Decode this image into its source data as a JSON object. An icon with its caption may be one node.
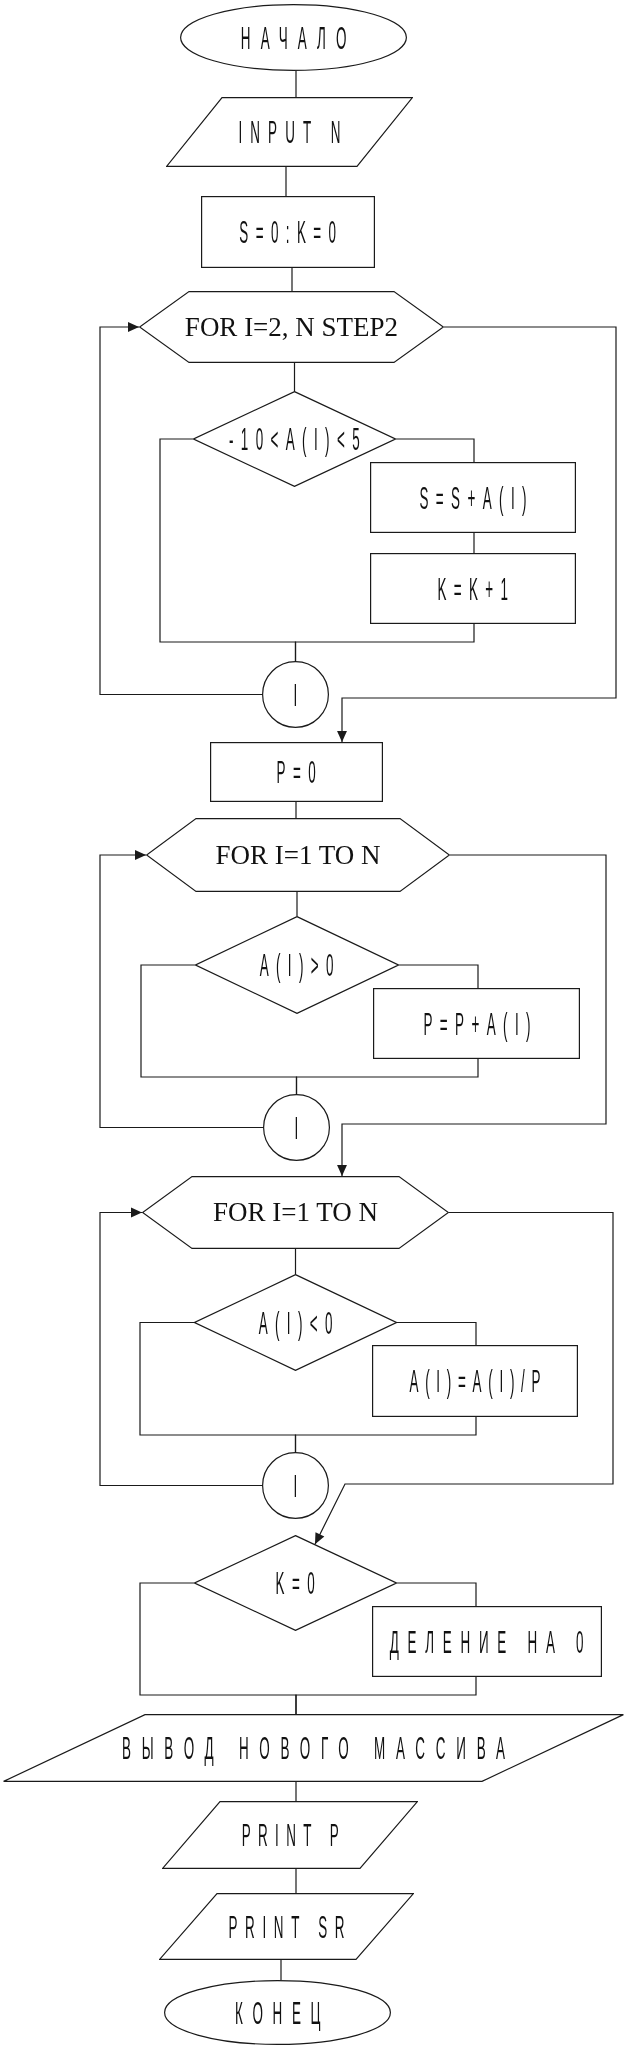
{
  "diagram": {
    "nodes": [
      {
        "text": [
          "НАЧАЛО"
        ]
      },
      {
        "text": [
          "INPUT N"
        ]
      },
      {
        "text": [
          "S=0:K=0"
        ]
      },
      {
        "text": [
          "FOR I=2, N STEP2"
        ]
      },
      {
        "text": [
          "-10<A(I)<5"
        ]
      },
      {
        "text": [
          "S=S+A(I)"
        ]
      },
      {
        "text": [
          "K=K+1"
        ]
      },
      {
        "text": [
          "I"
        ]
      },
      {
        "text": [
          "P=0"
        ]
      },
      {
        "text": [
          "FOR I=1 TO N"
        ]
      },
      {
        "text": [
          "A(I)>0"
        ]
      },
      {
        "text": [
          "P=P+A(I)"
        ]
      },
      {
        "text": [
          "I"
        ]
      },
      {
        "text": [
          "FOR I=1 TO N"
        ]
      },
      {
        "text": [
          "A(I)<0"
        ]
      },
      {
        "text": [
          "A(I)=A(I)/P"
        ]
      },
      {
        "text": [
          "I"
        ]
      },
      {
        "text": [
          "K=0"
        ]
      },
      {
        "text": [
          "ДЕЛЕНИЕ НА 0"
        ]
      },
      {
        "text": [
          "ВЫВОД НОВОГО МАССИВА"
        ]
      },
      {
        "text": [
          "PRINT P"
        ]
      },
      {
        "text": [
          "PRINT SR"
        ]
      },
      {
        "text": [
          "КОНЕЦ"
        ]
      }
    ],
    "edges": [
      {
        "from": 0,
        "to": 1,
        "arrow": "none"
      },
      {
        "from": 1,
        "to": 2,
        "arrow": "none"
      },
      {
        "from": 2,
        "to": 3,
        "arrow": "none"
      },
      {
        "from": 3,
        "to": 4,
        "arrow": "none"
      },
      {
        "from": 4,
        "to": 5,
        "arrow": "none"
      },
      {
        "from": 4,
        "to": 7,
        "arrow": "none"
      },
      {
        "from": 5,
        "to": 6,
        "arrow": "none"
      },
      {
        "from": 6,
        "to": 7,
        "arrow": "none"
      },
      {
        "from": 7,
        "to": 3,
        "arrow": "to"
      },
      {
        "from": 3,
        "to": 8,
        "arrow": "to"
      },
      {
        "from": 8,
        "to": 9,
        "arrow": "none"
      },
      {
        "from": 9,
        "to": 10,
        "arrow": "none"
      },
      {
        "from": 10,
        "to": 11,
        "arrow": "none"
      },
      {
        "from": 10,
        "to": 12,
        "arrow": "none"
      },
      {
        "from": 11,
        "to": 12,
        "arrow": "none"
      },
      {
        "from": 12,
        "to": 9,
        "arrow": "to"
      },
      {
        "from": 9,
        "to": 13,
        "arrow": "to"
      },
      {
        "from": 13,
        "to": 14,
        "arrow": "none"
      },
      {
        "from": 14,
        "to": 15,
        "arrow": "none"
      },
      {
        "from": 14,
        "to": 16,
        "arrow": "none"
      },
      {
        "from": 15,
        "to": 16,
        "arrow": "none"
      },
      {
        "from": 16,
        "to": 13,
        "arrow": "to"
      },
      {
        "from": 13,
        "to": 17,
        "arrow": "to"
      },
      {
        "from": 17,
        "to": 18,
        "arrow": "none"
      },
      {
        "from": 17,
        "to": 19,
        "arrow": "none"
      },
      {
        "from": 18,
        "to": 19,
        "arrow": "none"
      },
      {
        "from": 19,
        "to": 20,
        "arrow": "none"
      },
      {
        "from": 20,
        "to": 21,
        "arrow": "none"
      },
      {
        "from": 21,
        "to": 22,
        "arrow": "none"
      }
    ]
  }
}
